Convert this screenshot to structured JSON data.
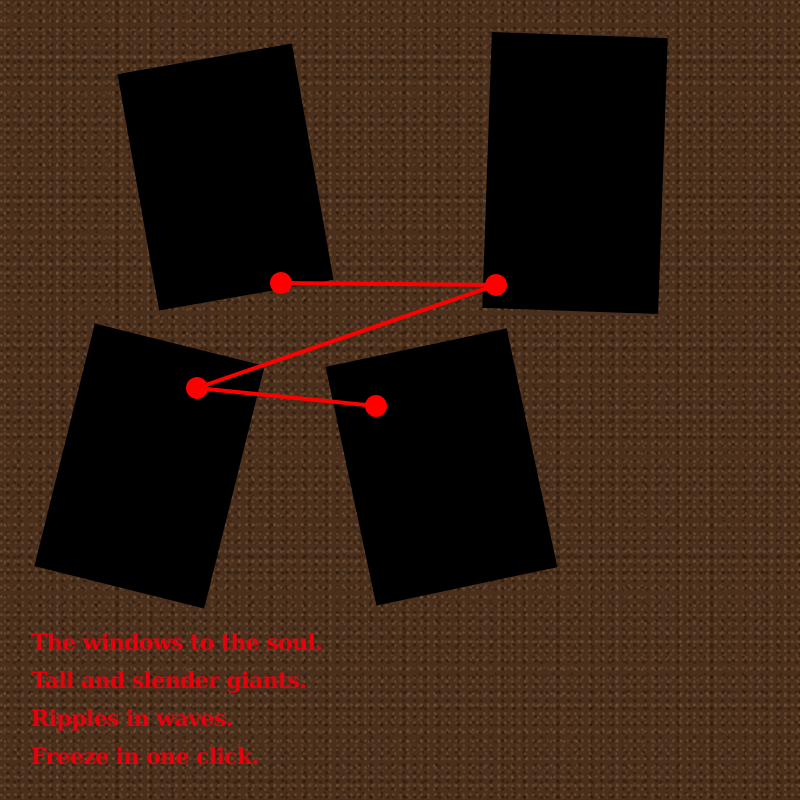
{
  "board": {
    "cards": [
      {
        "id": "card-1",
        "color": "#000000"
      },
      {
        "id": "card-2",
        "color": "#000000"
      },
      {
        "id": "card-3",
        "color": "#000000"
      },
      {
        "id": "card-4",
        "color": "#000000"
      }
    ],
    "string_color": "#ff0000"
  },
  "clues": [
    "The windows to the soul.",
    "Tall and slender giants.",
    "Ripples in waves.",
    "Freeze in one click."
  ]
}
